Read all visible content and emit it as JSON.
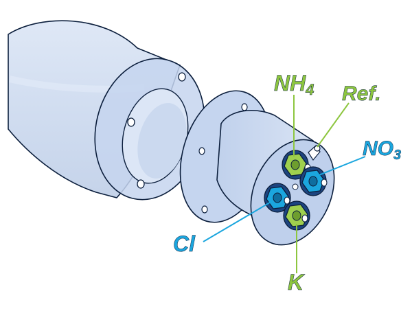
{
  "labels": {
    "nh4": {
      "base": "NH",
      "sub": "4"
    },
    "ref": "Ref.",
    "no3": {
      "base": "NO",
      "sub": "3"
    },
    "cl": "Cl",
    "k": "K"
  },
  "colors": {
    "green": "#8dc63f",
    "blue": "#1ba6de",
    "body_fill": "#c9d7ee",
    "outline": "#0b1e3c"
  }
}
